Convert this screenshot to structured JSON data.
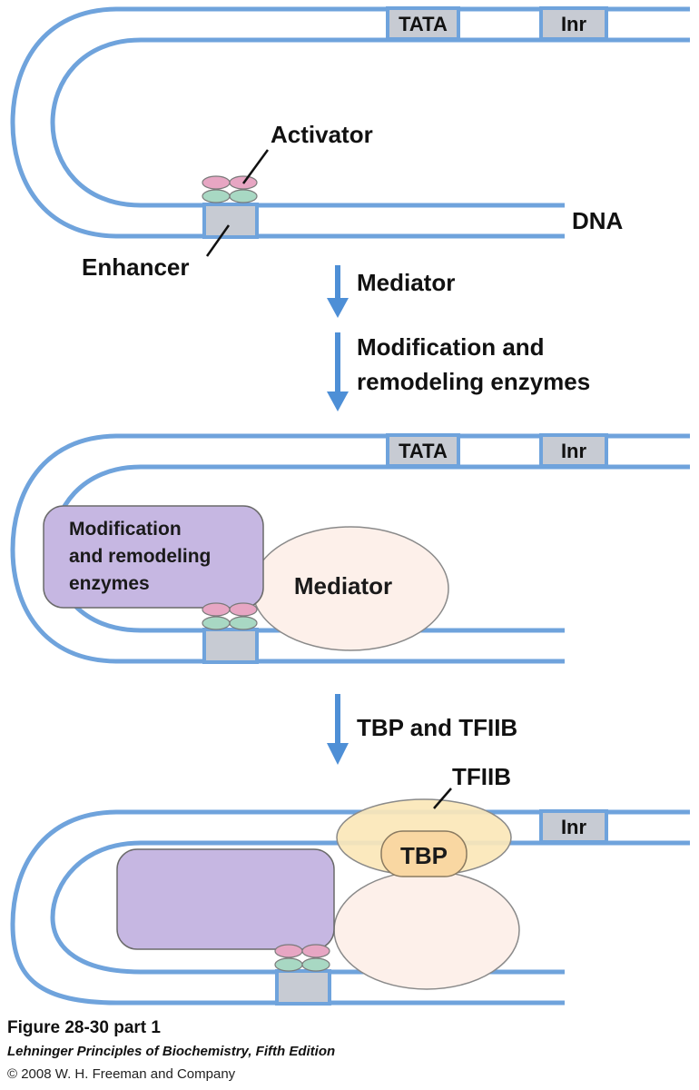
{
  "colors": {
    "dna": "#6fa3dc",
    "dna_box": "#c7cbd3",
    "arrow": "#4e8fd6",
    "activator_top": "#e7a6c3",
    "activator_bottom": "#a8d8c3",
    "enzymes": "#c6b7e2",
    "mediator": "#fdf0ea",
    "tfiib": "#fbe7b8",
    "tbp": "#f9d7a2"
  },
  "panel1": {
    "tata": "TATA",
    "inr": "Inr",
    "activator": "Activator",
    "dna": "DNA",
    "enhancer": "Enhancer"
  },
  "step1": {
    "mediator": "Mediator",
    "modification_line1": "Modification and",
    "modification_line2": "remodeling enzymes"
  },
  "panel2": {
    "tata": "TATA",
    "inr": "Inr",
    "enzymes_line1": "Modification",
    "enzymes_line2": "and remodeling",
    "enzymes_line3": "enzymes",
    "mediator": "Mediator"
  },
  "step2": {
    "label": "TBP and TFIIB"
  },
  "panel3": {
    "tfiib": "TFIIB",
    "tbp": "TBP",
    "inr": "Inr"
  },
  "caption": {
    "title": "Figure 28-30 part 1",
    "book": "Lehninger Principles of Biochemistry, Fifth Edition",
    "copyright": "© 2008 W. H. Freeman and Company"
  }
}
